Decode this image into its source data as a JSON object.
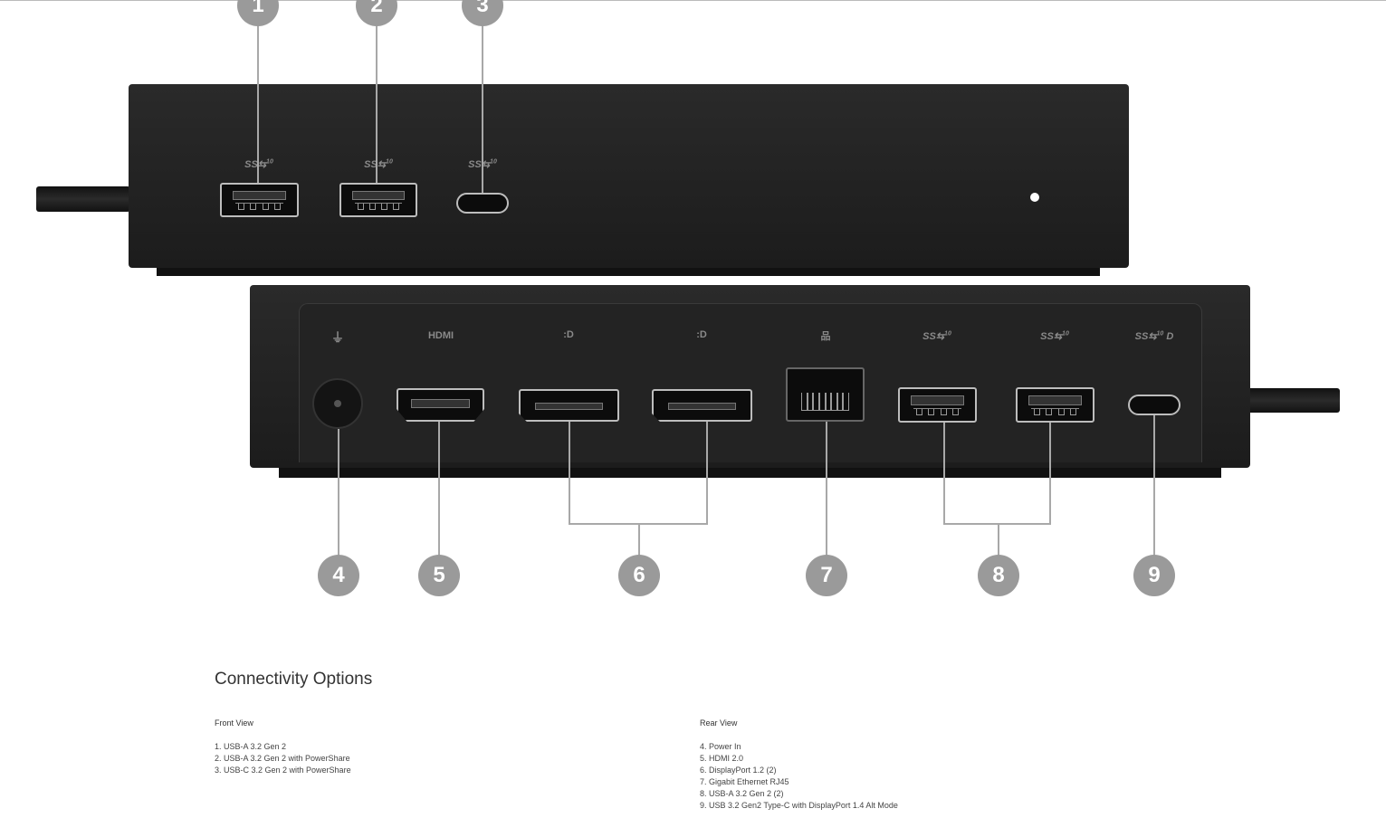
{
  "callouts": [
    "1",
    "2",
    "3",
    "4",
    "5",
    "6",
    "7",
    "8",
    "9"
  ],
  "port_labels": {
    "usb_ss": "SS⇆",
    "usb_speed": "10",
    "hdmi": "HDMI",
    "dp": ":D",
    "dp_alt": "D",
    "power": "⏚",
    "ethernet": "品"
  },
  "section": {
    "title": "Connectivity Options",
    "front": {
      "heading": "Front View",
      "items": [
        "1. USB-A 3.2 Gen 2",
        "2. USB-A 3.2 Gen 2 with PowerShare",
        "3. USB-C 3.2 Gen 2 with PowerShare"
      ]
    },
    "rear": {
      "heading": "Rear View",
      "items": [
        "4. Power In",
        "5. HDMI 2.0",
        "6. DisplayPort 1.2 (2)",
        "7. Gigabit Ethernet RJ45",
        "8. USB-A 3.2 Gen 2 (2)",
        "9. USB 3.2 Gen2 Type-C with DisplayPort 1.4 Alt Mode"
      ]
    }
  },
  "colors": {
    "dock": "#1f1f1f",
    "callout": "#9a9a9a"
  }
}
